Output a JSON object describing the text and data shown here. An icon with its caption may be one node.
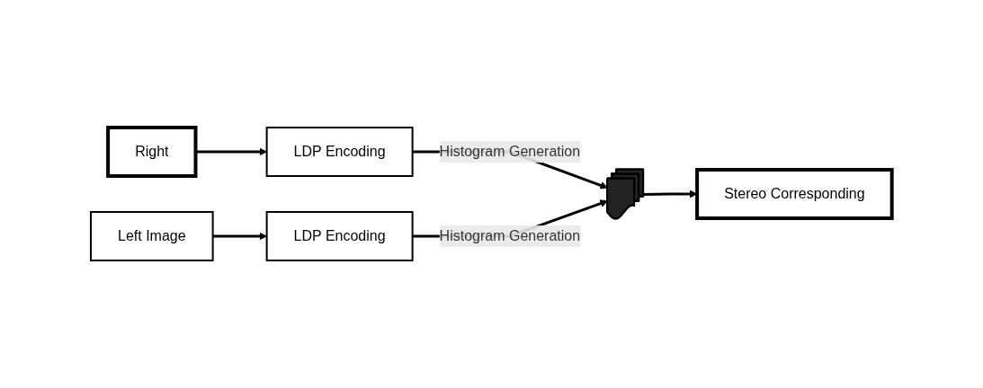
{
  "diagram": {
    "nodes": [
      {
        "text": [
          "Right"
        ]
      },
      {
        "text": [
          "LDP Encoding"
        ]
      },
      {
        "text": [],
        "shape": "picture"
      },
      {
        "text": [
          "Stereo Corresponding"
        ]
      },
      {
        "text": [
          "Left Image"
        ]
      },
      {
        "text": [
          "LDP Encoding"
        ]
      }
    ],
    "edges": [
      {
        "from": 0,
        "to": 1,
        "arrow": "to"
      },
      {
        "from": 1,
        "to": 2,
        "arrow": "to",
        "label": "Histogram Generation"
      },
      {
        "from": 2,
        "to": 3,
        "arrow": "to"
      },
      {
        "from": 4,
        "to": 5,
        "arrow": "to"
      },
      {
        "from": 5,
        "to": 2,
        "arrow": "to",
        "label": "Histogram Generation"
      }
    ]
  }
}
